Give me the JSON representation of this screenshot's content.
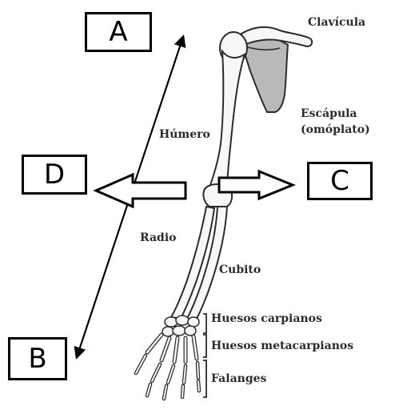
{
  "boxes": {
    "a": "A",
    "b": "B",
    "c": "C",
    "d": "D"
  },
  "labels": {
    "clavicula": "Clavícula",
    "escapula_line1": "Escápula",
    "escapula_line2": "(omóplato)",
    "humero": "Húmero",
    "radio": "Radio",
    "cubito": "Cubito",
    "huesos_carpianos": "Huesos carpianos",
    "huesos_metacarpianos": "Huesos metacarpianos",
    "falanges": "Falanges"
  },
  "colors": {
    "bone_fill": "#f7f7f7",
    "bone_outline": "#2b2b2b",
    "scapula_shade": "#b9b9b9",
    "ink": "#000000"
  }
}
